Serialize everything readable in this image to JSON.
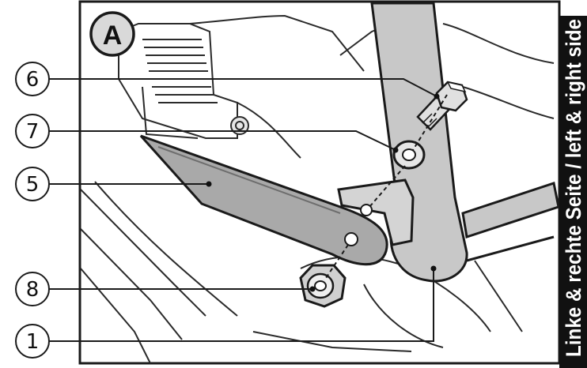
{
  "panel": {
    "letter": "A"
  },
  "side_banner": {
    "text": "Linke & rechte Seite / left & right side"
  },
  "callouts": [
    {
      "id": "callout-6",
      "number": "6"
    },
    {
      "id": "callout-7",
      "number": "7"
    },
    {
      "id": "callout-5",
      "number": "5"
    },
    {
      "id": "callout-8",
      "number": "8"
    },
    {
      "id": "callout-1",
      "number": "1"
    }
  ],
  "colors": {
    "part_fill": "#c8c8c8",
    "strut_fill": "#a9a9a9",
    "line": "#1a1a1a",
    "banner": "#111111"
  }
}
